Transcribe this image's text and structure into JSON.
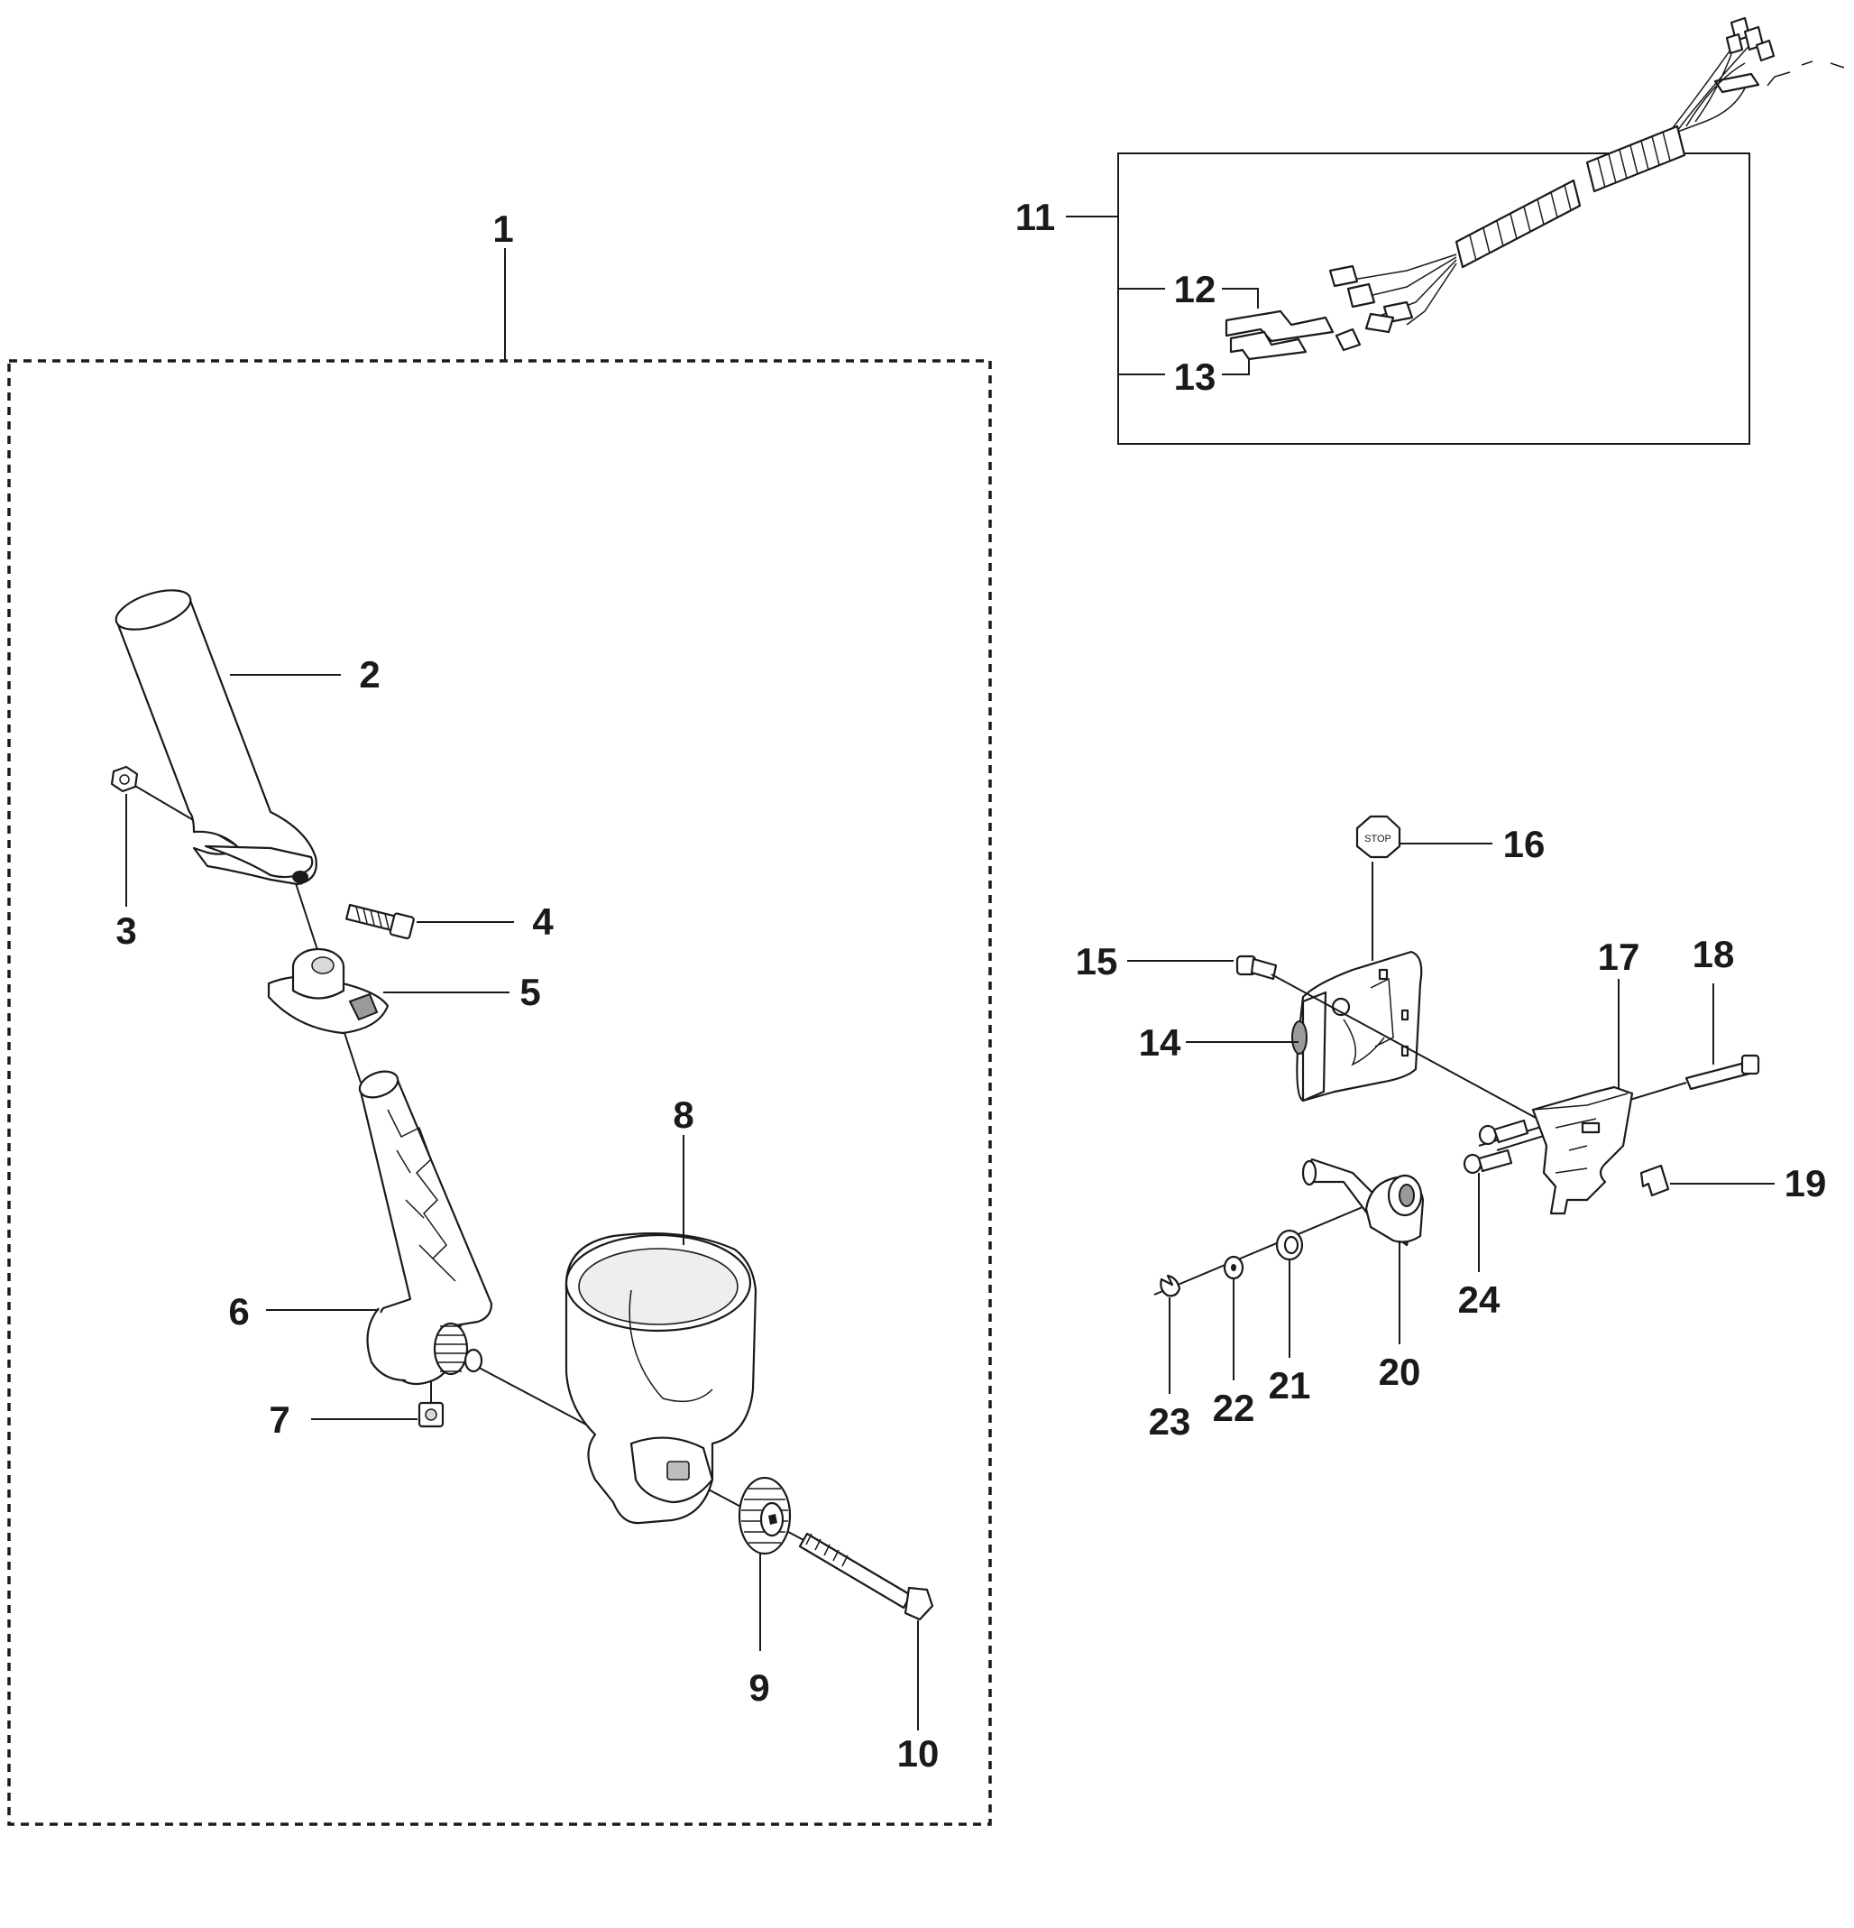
{
  "diagram": {
    "callouts": [
      {
        "id": "1",
        "text": "1"
      },
      {
        "id": "2",
        "text": "2"
      },
      {
        "id": "3",
        "text": "3"
      },
      {
        "id": "4",
        "text": "4"
      },
      {
        "id": "5",
        "text": "5"
      },
      {
        "id": "6",
        "text": "6"
      },
      {
        "id": "7",
        "text": "7"
      },
      {
        "id": "8",
        "text": "8"
      },
      {
        "id": "9",
        "text": "9"
      },
      {
        "id": "10",
        "text": "10"
      },
      {
        "id": "11",
        "text": "11"
      },
      {
        "id": "12",
        "text": "12"
      },
      {
        "id": "13",
        "text": "13"
      },
      {
        "id": "14",
        "text": "14"
      },
      {
        "id": "15",
        "text": "15"
      },
      {
        "id": "16",
        "text": "16"
      },
      {
        "id": "17",
        "text": "17"
      },
      {
        "id": "18",
        "text": "18"
      },
      {
        "id": "19",
        "text": "19"
      },
      {
        "id": "20",
        "text": "20"
      },
      {
        "id": "21",
        "text": "21"
      },
      {
        "id": "22",
        "text": "22"
      },
      {
        "id": "23",
        "text": "23"
      },
      {
        "id": "24",
        "text": "24"
      }
    ],
    "stop_label": "STOP"
  }
}
